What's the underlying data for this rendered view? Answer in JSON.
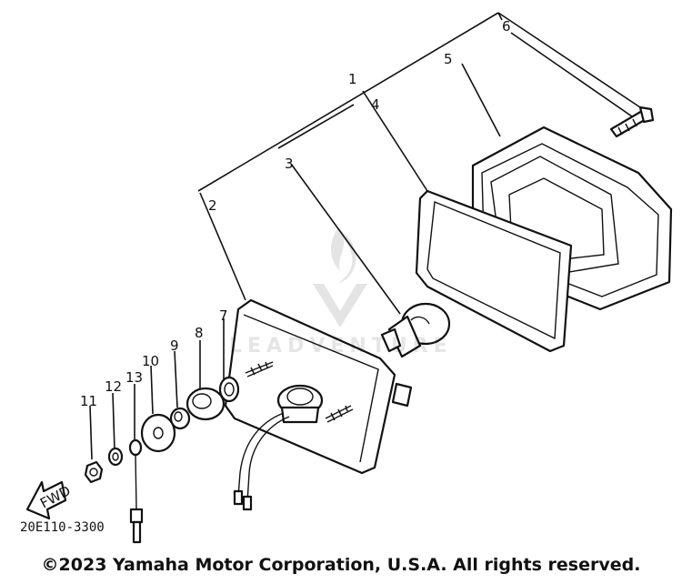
{
  "diagram": {
    "type": "exploded parts diagram",
    "callouts": [
      "1",
      "2",
      "3",
      "4",
      "5",
      "6",
      "7",
      "8",
      "9",
      "10",
      "11",
      "12",
      "13"
    ],
    "part_code": "20E110-3300",
    "fwd_label": "FWD",
    "watermark": "LEADVENTURE",
    "copyright": "©2023 Yamaha Motor Corporation, U.S.A. All rights reserved."
  }
}
